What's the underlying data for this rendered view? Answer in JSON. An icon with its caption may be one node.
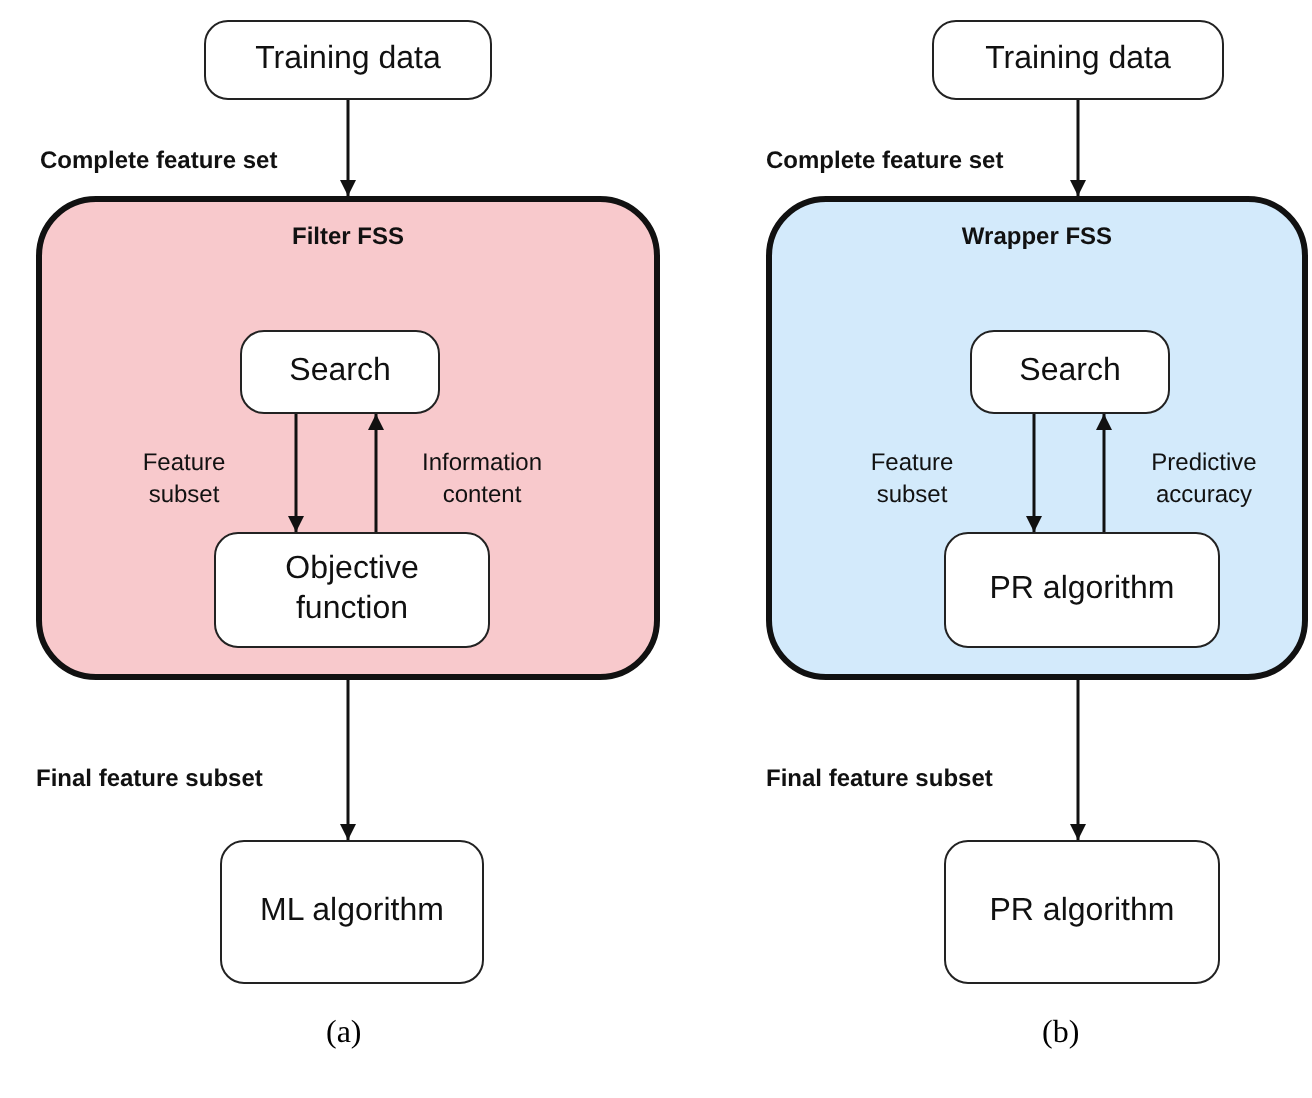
{
  "diagram": {
    "nodes": [
      {
        "text": [
          "Training data"
        ]
      },
      {
        "text": [
          "Filter FSS"
        ]
      },
      {
        "text": [
          "Search"
        ],
        "in": 1
      },
      {
        "text": [
          "Objective function"
        ],
        "in": 1
      },
      {
        "text": [
          "ML algorithm"
        ]
      },
      {
        "text": [
          "Training data"
        ]
      },
      {
        "text": [
          "Wrapper FSS"
        ]
      },
      {
        "text": [
          "Search"
        ],
        "in": 6
      },
      {
        "text": [
          "PR algorithm"
        ],
        "in": 6
      },
      {
        "text": [
          "PR algorithm"
        ]
      }
    ],
    "edges": [
      {
        "from": 0,
        "to": 1,
        "arrow": "to",
        "label": "Complete feature set"
      },
      {
        "from": 2,
        "to": 3,
        "arrow": "to",
        "label": "Feature subset"
      },
      {
        "from": 3,
        "to": 2,
        "arrow": "to",
        "label": "Information content"
      },
      {
        "from": 1,
        "to": 4,
        "arrow": "to",
        "label": "Final feature subset"
      },
      {
        "from": 5,
        "to": 6,
        "arrow": "to",
        "label": "Complete feature set"
      },
      {
        "from": 7,
        "to": 8,
        "arrow": "to",
        "label": "Feature subset"
      },
      {
        "from": 8,
        "to": 7,
        "arrow": "to",
        "label": "Predictive accuracy"
      },
      {
        "from": 6,
        "to": 9,
        "arrow": "to",
        "label": "Final feature subset"
      }
    ],
    "labels": [
      "(a)",
      "(b)"
    ]
  }
}
